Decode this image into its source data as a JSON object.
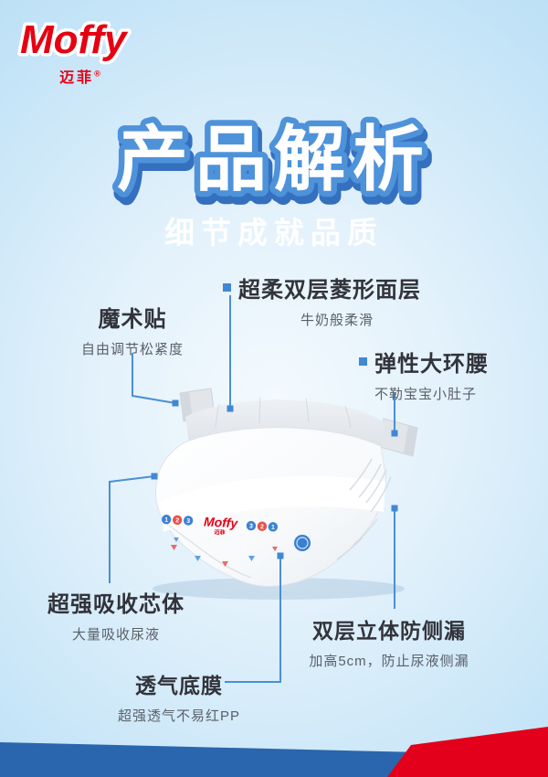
{
  "logo": {
    "name": "Moffy",
    "sub": "迈菲",
    "reg": "®"
  },
  "header": {
    "title": "产品解析",
    "subtitle": "细节成就品质"
  },
  "features": {
    "soft_layer": {
      "title": "超柔双层菱形面层",
      "desc": "牛奶般柔滑"
    },
    "magic_tape": {
      "title": "魔术贴",
      "desc": "自由调节松紧度"
    },
    "elastic_waist": {
      "title": "弹性大环腰",
      "desc": "不勒宝宝小肚子"
    },
    "absorb_core": {
      "title": "超强吸收芯体",
      "desc": "大量吸收尿液"
    },
    "leak_guard": {
      "title": "双层立体防侧漏",
      "desc": "加高5cm，防止尿液侧漏"
    },
    "breathable_film": {
      "title": "透气底膜",
      "desc": "超强透气不易红PP"
    }
  },
  "diaper_print": {
    "brand": "Moffy",
    "brand_sub": "迈菲",
    "left_numbers": [
      "1",
      "2",
      "3"
    ],
    "right_numbers": [
      "3",
      "2",
      "1"
    ]
  },
  "colors": {
    "brand_red": "#e60012",
    "accent_blue": "#3f88d4",
    "title_fill": "#ffffff",
    "title_outline": "#4e92da",
    "title_shadow": "#3570be",
    "footer_blue": "#2a66ad",
    "footer_red": "#e2001a",
    "background_blue": "#a8d4f0"
  }
}
